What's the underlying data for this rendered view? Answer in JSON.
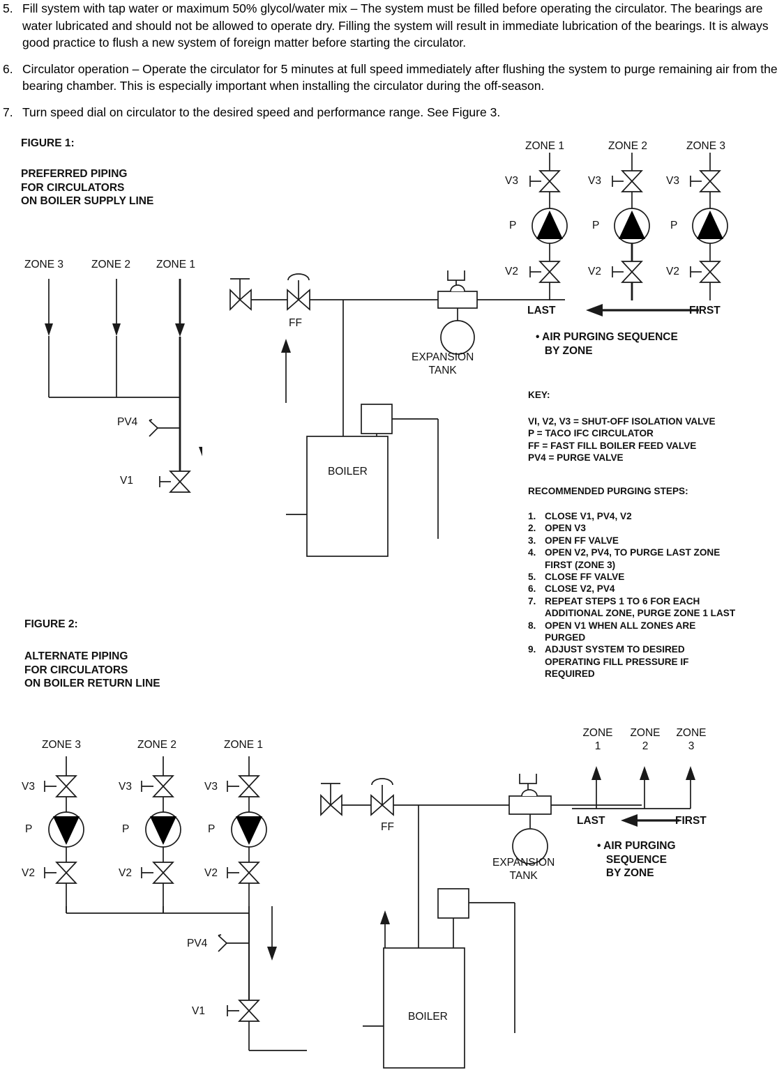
{
  "instructions": [
    {
      "num": "5.",
      "text": "Fill system with tap water or maximum 50% glycol/water mix – The system must be filled before operating the circulator. The bearings are water lubricated and should not be allowed to operate dry. Filling the system will result in immediate lubrication of the bearings. It is always good practice to flush a new system of foreign matter before starting the circulator."
    },
    {
      "num": "6.",
      "text": "Circulator operation – Operate the circulator for 5 minutes at full speed immediately after flushing the system to purge remaining air from the bearing chamber. This is especially important when installing the circulator during the off-season."
    },
    {
      "num": "7.",
      "text": "Turn speed dial on circulator to the desired speed and performance range. See Figure 3."
    }
  ],
  "figure1": {
    "title": "FIGURE 1:",
    "subtitle": "PREFERRED PIPING\nFOR CIRCULATORS\nON BOILER SUPPLY LINE",
    "left_zones": [
      "ZONE 3",
      "ZONE 2",
      "ZONE 1"
    ],
    "top_zones": [
      "ZONE 1",
      "ZONE 2",
      "ZONE 3"
    ],
    "valve_v3": "V3",
    "valve_v2": "V2",
    "pump_label": "P",
    "valve_v1": "V1",
    "valve_pv4": "PV4",
    "valve_ff": "FF",
    "expansion_tank": "EXPANSION\nTANK",
    "boiler": "BOILER",
    "last": "LAST",
    "first": "FIRST",
    "note": "• AIR PURGING SEQUENCE\n   BY ZONE"
  },
  "key": {
    "heading": "KEY:",
    "lines": "VI, V2, V3 = SHUT-OFF ISOLATION VALVE\nP = TACO IFC CIRCULATOR\nFF = FAST FILL BOILER FEED VALVE\nPV4 = PURGE VALVE",
    "steps_heading": "RECOMMENDED PURGING STEPS:",
    "steps": [
      {
        "num": "1.",
        "text": "CLOSE V1, PV4, V2"
      },
      {
        "num": "2.",
        "text": "OPEN V3"
      },
      {
        "num": "3.",
        "text": "OPEN FF VALVE"
      },
      {
        "num": "4.",
        "text": "OPEN V2, PV4, TO PURGE LAST ZONE\nFIRST (ZONE 3)"
      },
      {
        "num": "5.",
        "text": "CLOSE FF VALVE"
      },
      {
        "num": "6.",
        "text": "CLOSE V2, PV4"
      },
      {
        "num": "7.",
        "text": "REPEAT STEPS 1 TO 6 FOR EACH\nADDITIONAL ZONE, PURGE ZONE 1 LAST"
      },
      {
        "num": "8.",
        "text": "OPEN V1 WHEN ALL ZONES ARE\nPURGED"
      },
      {
        "num": "9.",
        "text": "ADJUST SYSTEM TO DESIRED\nOPERATING FILL PRESSURE IF\nREQUIRED"
      }
    ]
  },
  "figure2": {
    "title": "FIGURE 2:",
    "subtitle": "ALTERNATE PIPING\nFOR CIRCULATORS\nON BOILER RETURN LINE",
    "left_zones": [
      "ZONE 3",
      "ZONE 2",
      "ZONE 1"
    ],
    "right_zones": [
      "ZONE\n1",
      "ZONE\n2",
      "ZONE\n3"
    ],
    "valve_v3": "V3",
    "valve_v2": "V2",
    "pump_label": "P",
    "valve_v1": "V1",
    "valve_pv4": "PV4",
    "valve_ff": "FF",
    "expansion_tank": "EXPANSION\nTANK",
    "boiler": "BOILER",
    "last": "LAST",
    "first": "FIRST",
    "note": "• AIR PURGING\n   SEQUENCE\n   BY ZONE"
  },
  "colors": {
    "line": "#1a1a1a",
    "fill": "#000000",
    "background": "#ffffff"
  }
}
